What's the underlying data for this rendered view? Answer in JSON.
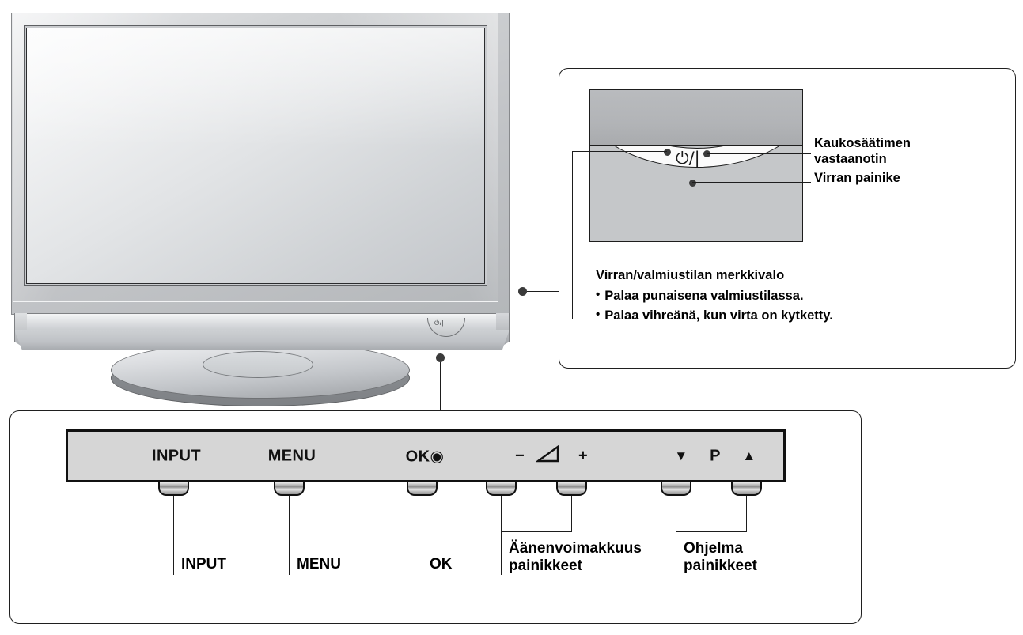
{
  "tv": {
    "power_badge_symbol": "⏻/|",
    "alt": "LCD television front view with pedestal stand"
  },
  "detail_box": {
    "power_symbol": "⏻/|",
    "callouts": {
      "remote_receiver": "Kaukosäätimen\nvastaanotin",
      "power_button": "Virran painike"
    },
    "indicator": {
      "title": "Virran/valmiustilan merkkivalo",
      "bullet_char": "•",
      "bullets": [
        "Palaa punaisena valmiustilassa.",
        "Palaa vihreänä, kun virta on kytketty."
      ]
    }
  },
  "control_panel": {
    "bar_labels": [
      {
        "text": "INPUT",
        "name": "input"
      },
      {
        "text": "MENU",
        "name": "menu"
      },
      {
        "text": "OK",
        "name": "ok"
      },
      {
        "text": "OK-dot",
        "name": "ok-dot"
      },
      {
        "text": "−",
        "name": "volume-minus"
      },
      {
        "text": "◿",
        "name": "volume-icon"
      },
      {
        "text": "+",
        "name": "volume-plus"
      },
      {
        "text": "▼",
        "name": "program-down"
      },
      {
        "text": "P",
        "name": "program"
      },
      {
        "text": "▲",
        "name": "program-up"
      }
    ],
    "ok_symbol": "◉",
    "volume_minus": "−",
    "volume_icon": "◿",
    "volume_plus": "+",
    "program_down": "▼",
    "program_letter": "P",
    "program_up": "▲",
    "leg_labels": [
      {
        "name": "input",
        "text": "INPUT"
      },
      {
        "name": "menu",
        "text": "MENU"
      },
      {
        "name": "ok",
        "text": "OK"
      },
      {
        "name": "volume",
        "text": "Äänenvoimakkuus\npainikkeet"
      },
      {
        "name": "program",
        "text": "Ohjelma\npainikkeet"
      }
    ]
  },
  "colors": {
    "line": "#1d1d1d",
    "panel_fill": "#d6d6d6",
    "bezel_gray": "#c3c5c8",
    "dot": "#3b3b3b"
  }
}
